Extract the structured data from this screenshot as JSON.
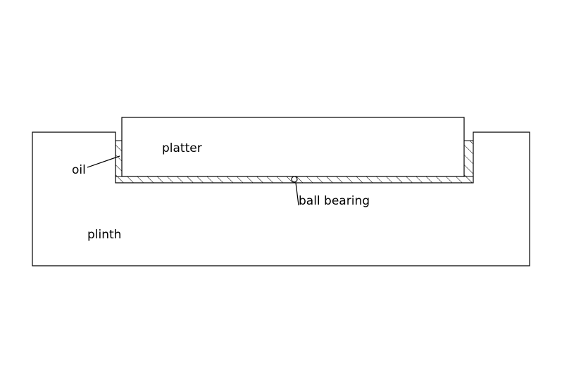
{
  "diagram": {
    "labels": {
      "platter": "platter",
      "oil": "oil",
      "ball_bearing": "ball bearing",
      "plinth": "plinth"
    },
    "colors": {
      "stroke": "#000000",
      "background": "#ffffff"
    }
  }
}
